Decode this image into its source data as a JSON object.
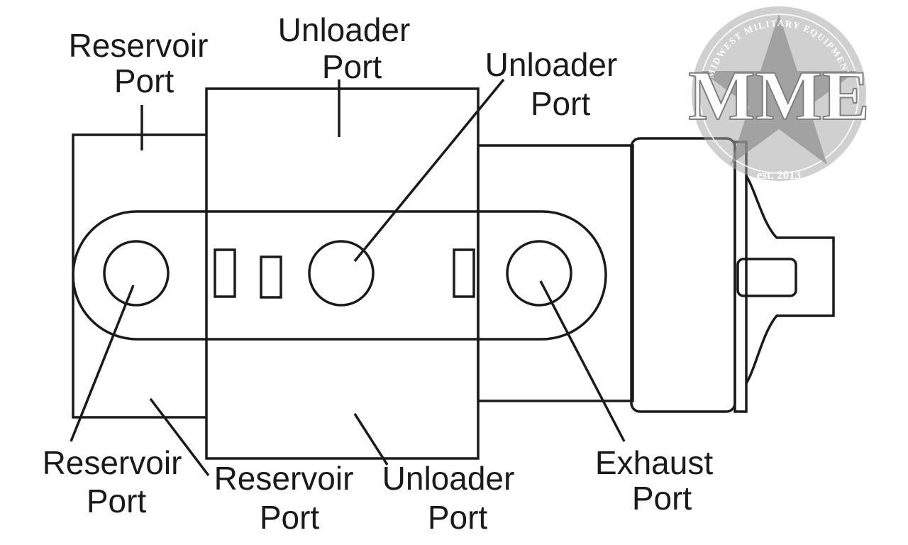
{
  "labels": {
    "top_left": [
      "Reservoir",
      "Port"
    ],
    "top_center": [
      "Unloader",
      "Port"
    ],
    "top_right": [
      "Unloader",
      "Port"
    ],
    "bottom_left": [
      "Reservoir",
      "Port"
    ],
    "bottom_center_left": [
      "Reservoir",
      "Port"
    ],
    "bottom_center_right": [
      "Unloader",
      "Port"
    ],
    "bottom_right": [
      "Exhaust",
      "Port"
    ]
  },
  "watermark": {
    "brand": "MME",
    "ring_text": "MIDWEST MILITARY EQUIPMENT",
    "est": "est. 2013"
  }
}
